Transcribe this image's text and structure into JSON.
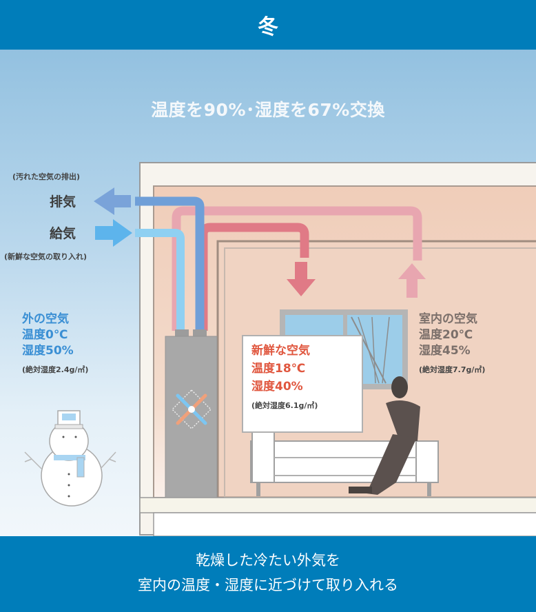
{
  "header": {
    "season": "冬"
  },
  "diagram": {
    "efficiency_text": "温度を90%･湿度を67%交換",
    "exhaust": {
      "note": "(汚れた空気の排出)",
      "label": "排気"
    },
    "supply": {
      "label": "給気",
      "note": "(新鮮な空気の取り入れ)"
    },
    "outdoor_air": {
      "title": "外の空気",
      "temperature": "温度0℃",
      "humidity": "湿度50%",
      "absolute_humidity": "(絶対湿度2.4g/㎥)"
    },
    "fresh_air": {
      "title": "新鮮な空気",
      "temperature": "温度18℃",
      "humidity": "湿度40%",
      "absolute_humidity": "(絶対湿度6.1g/㎥)"
    },
    "indoor_air": {
      "title": "室内の空気",
      "temperature": "温度20℃",
      "humidity": "湿度45%",
      "absolute_humidity": "(絶対湿度7.7g/㎥)"
    },
    "icons": [
      "snowman-icon",
      "heat-exchanger-icon",
      "exhaust-arrow-icon",
      "supply-arrow-icon",
      "supply-down-arrow-icon",
      "return-up-arrow-icon",
      "person-icon",
      "sofa-icon",
      "window-icon"
    ],
    "colors": {
      "header_bg": "#007dba",
      "exhaust_duct": "#6f9fd8",
      "supply_duct": "#8fd0f2",
      "fresh_air_duct": "#e07a86",
      "return_air_duct": "#e8a6b0",
      "room_wall": "#f0cfbd",
      "fresh_text": "#e0573f",
      "outdoor_text": "#3a8fd4"
    }
  },
  "footer": {
    "line1": "乾燥した冷たい外気を",
    "line2": "室内の温度・湿度に近づけて取り入れる"
  }
}
